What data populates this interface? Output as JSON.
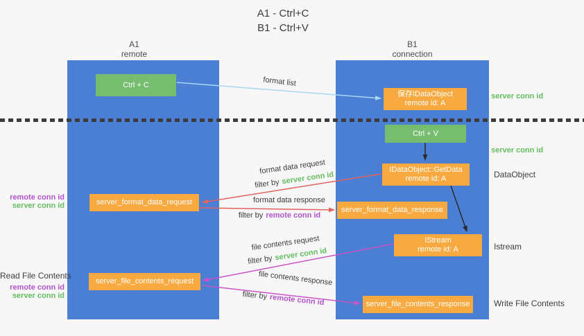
{
  "title": {
    "line1": "A1 - Ctrl+C",
    "line2": "B1 - Ctrl+V"
  },
  "lanes": {
    "a1": {
      "name": "A1",
      "subtitle": "remote"
    },
    "b1": {
      "name": "B1",
      "subtitle": "connection"
    }
  },
  "nodes": {
    "ctrl_c": {
      "label": "Ctrl + C"
    },
    "save_idataobject": {
      "line1": "保存IDataObject",
      "line2": "remote id: A"
    },
    "ctrl_v": {
      "label": "Ctrl + V"
    },
    "idataobject_getdata": {
      "line1": "IDataObject::GetData",
      "line2": "remote id: A"
    },
    "server_format_data_request": {
      "label": "server_format_data_request"
    },
    "server_format_data_response": {
      "label": "server_format_data_response"
    },
    "istream": {
      "line1": "IStream",
      "line2": "remote id: A"
    },
    "server_file_contents_request": {
      "label": "server_file_contents_request"
    },
    "server_file_contents_response": {
      "label": "server_file_contents_response"
    }
  },
  "edge_labels": {
    "format_list": "format list",
    "format_data_request": "format data request",
    "format_data_response": "format data response",
    "file_contents_request": "file contents request",
    "file_contents_response": "file contents response",
    "filter_by": "filter by",
    "server_conn_id": "server conn id",
    "remote_conn_id": "remote conn id"
  },
  "side_labels": {
    "right_top_server_conn_id": "server conn id",
    "right_mid_server_conn_id": "server conn id",
    "right_dataobject": "DataObject",
    "right_istream": "Istream",
    "right_write_file_contents": "Write File Contents",
    "left_remote_conn_id_top": "remote conn id",
    "left_server_conn_id_top": "server conn id",
    "left_read_file_contents": "Read File Contents",
    "left_remote_conn_id_bottom": "remote conn id",
    "left_server_conn_id_bottom": "server conn id"
  },
  "colors": {
    "background": "#f7f7f7",
    "lane_blue": "#4a7fd4",
    "node_orange": "#f8a93f",
    "node_green": "#76bd70",
    "green_text": "#63bd5f",
    "purple_text": "#b252cc",
    "arrow_red": "#e2625e",
    "arrow_magenta": "#cb52c8",
    "arrow_blue": "#a8d7f0",
    "arrow_black": "#2b2b2b"
  }
}
